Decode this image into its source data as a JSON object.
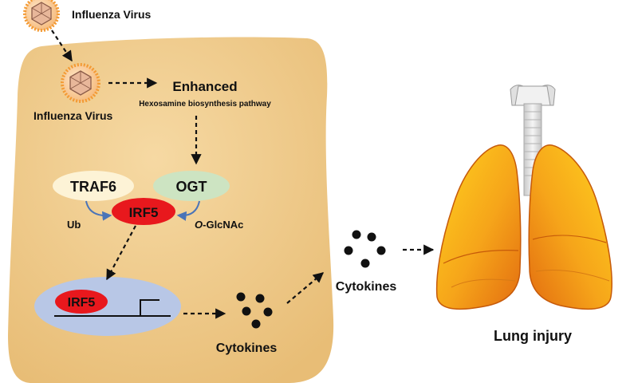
{
  "labels": {
    "virus_top": "Influenza Virus",
    "virus_inside": "Influenza Virus",
    "enhanced": "Enhanced",
    "pathway": "Hexosamine biosynthesis pathway",
    "traf6": "TRAF6",
    "ogt": "OGT",
    "irf5": "IRF5",
    "ub": "Ub",
    "o_prefix": "O",
    "glcnac": "-GlcNAc",
    "nucleus_irf5": "IRF5",
    "cytokines_cell": "Cytokines",
    "cytokines_out": "Cytokines",
    "lung_injury": "Lung injury"
  },
  "colors": {
    "cell_fill": "#edc88a",
    "nucleus_fill": "#b8c7e6",
    "traf6_fill": "#fdf3d6",
    "ogt_fill": "#cde4c2",
    "irf5_fill": "#e8181d",
    "arrow_blue": "#4a74b8",
    "lung_orange": "#f08c18",
    "lung_yellow": "#ffd21e",
    "trachea_grey": "#dcdcdc"
  },
  "icons": [
    "influenza-virus-icon",
    "cytokine-dots-icon",
    "lungs-icon",
    "gene-promoter-icon"
  ]
}
